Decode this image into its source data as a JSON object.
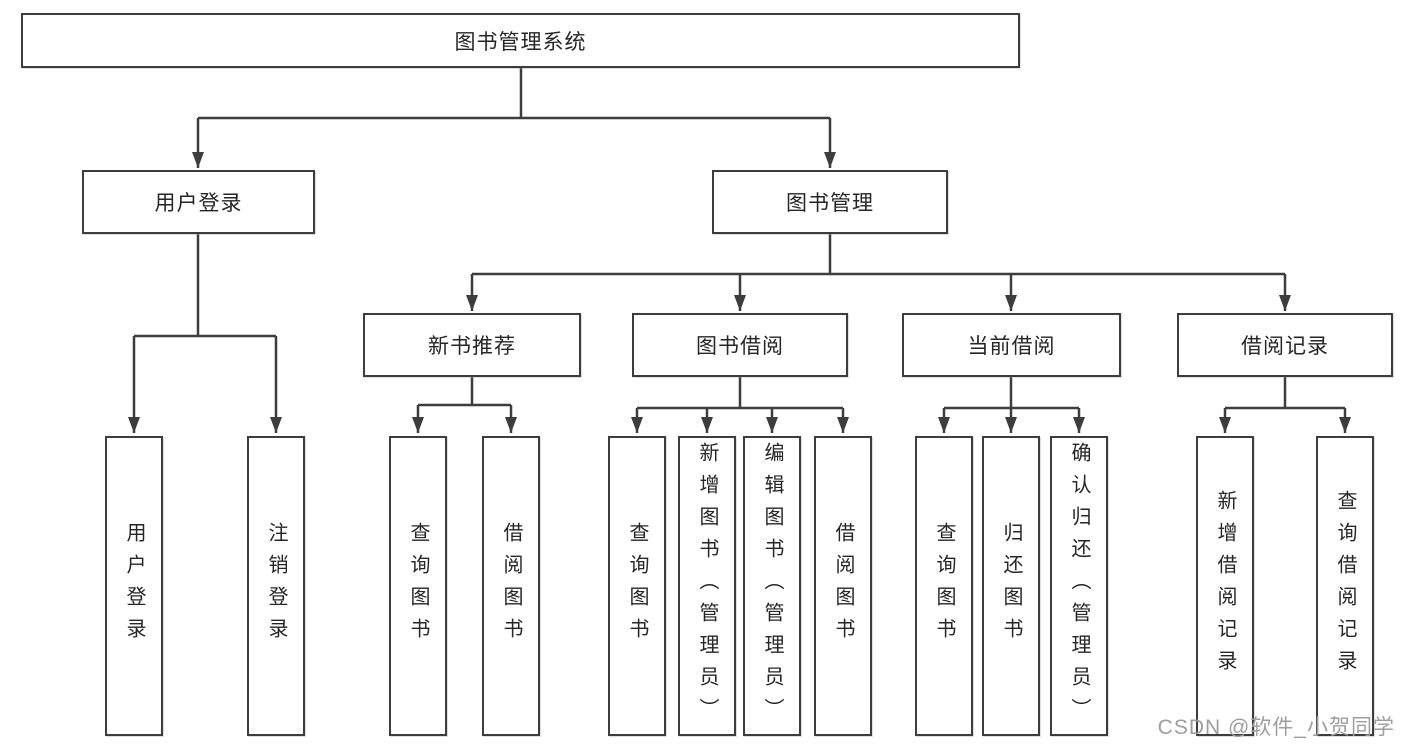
{
  "diagram": {
    "tree": {
      "label": "图书管理系统",
      "children": [
        {
          "label": "用户登录",
          "children": [
            {
              "label": "用户登录"
            },
            {
              "label": "注销登录"
            }
          ]
        },
        {
          "label": "图书管理",
          "children": [
            {
              "label": "新书推荐",
              "children": [
                {
                  "label": "查询图书"
                },
                {
                  "label": "借阅图书"
                }
              ]
            },
            {
              "label": "图书借阅",
              "children": [
                {
                  "label": "查询图书"
                },
                {
                  "label": "新增图书（管理员）"
                },
                {
                  "label": "编辑图书（管理员）"
                },
                {
                  "label": "借阅图书"
                }
              ]
            },
            {
              "label": "当前借阅",
              "children": [
                {
                  "label": "查询图书"
                },
                {
                  "label": "归还图书"
                },
                {
                  "label": "确认归还（管理员）"
                }
              ]
            },
            {
              "label": "借阅记录",
              "children": [
                {
                  "label": "新增借阅记录"
                },
                {
                  "label": "查询借阅记录"
                }
              ]
            }
          ]
        }
      ]
    },
    "colors": {
      "line": "#3d3d3d",
      "box_border": "#3d3d3d",
      "text": "#262626",
      "background": "#ffffff",
      "watermark": "#9e9e9e"
    }
  },
  "watermark": {
    "text": "CSDN @软件_小贺同学"
  }
}
